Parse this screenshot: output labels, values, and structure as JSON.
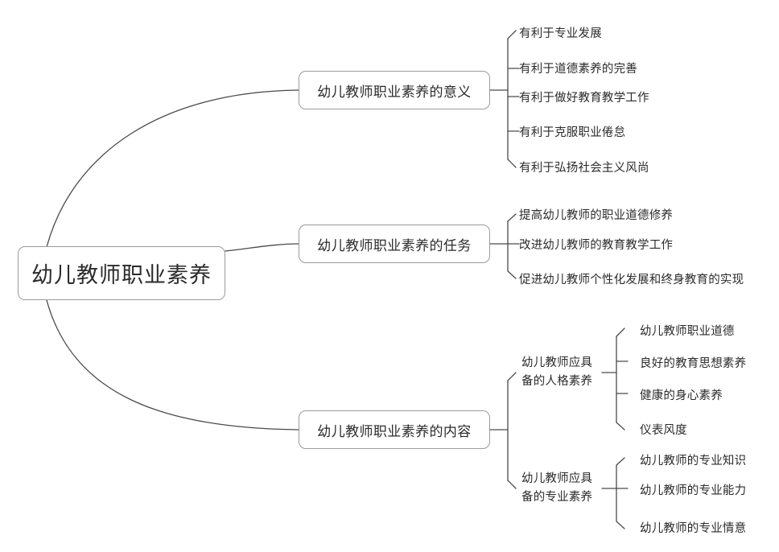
{
  "diagram": {
    "title": "幼儿教师职业素养",
    "type": "mind-map",
    "line_color": "#4a4a4a",
    "box_border_color": "#9b9b9b",
    "text_color": "#2b2b2b",
    "background": "#ffffff"
  },
  "root": {
    "label": "幼儿教师职业素养"
  },
  "branches": [
    {
      "label": "幼儿教师职业素养的意义",
      "leaves": [
        {
          "label": "有利于专业发展"
        },
        {
          "label": "有利于道德素养的完善"
        },
        {
          "label": "有利于做好教育教学工作"
        },
        {
          "label": "有利于克服职业倦怠"
        },
        {
          "label": "有利于弘扬社会主义风尚"
        }
      ]
    },
    {
      "label": "幼儿教师职业素养的任务",
      "leaves": [
        {
          "label": "提高幼儿教师的职业道德修养"
        },
        {
          "label": "改进幼儿教师的教育教学工作"
        },
        {
          "label": "促进幼儿教师个性化发展和终身教育的实现"
        }
      ]
    },
    {
      "label": "幼儿教师职业素养的内容",
      "subgroups": [
        {
          "line1": "幼儿教师应具",
          "line2": "备的人格素养",
          "leaves": [
            {
              "label": "幼儿教师职业道德"
            },
            {
              "label": "良好的教育思想素养"
            },
            {
              "label": "健康的身心素养"
            },
            {
              "label": "仪表风度"
            }
          ]
        },
        {
          "line1": "幼儿教师应具",
          "line2": "备的专业素养",
          "leaves": [
            {
              "label": "幼儿教师的专业知识"
            },
            {
              "label": "幼儿教师的专业能力"
            },
            {
              "label": "幼儿教师的专业情意"
            }
          ]
        }
      ]
    }
  ]
}
